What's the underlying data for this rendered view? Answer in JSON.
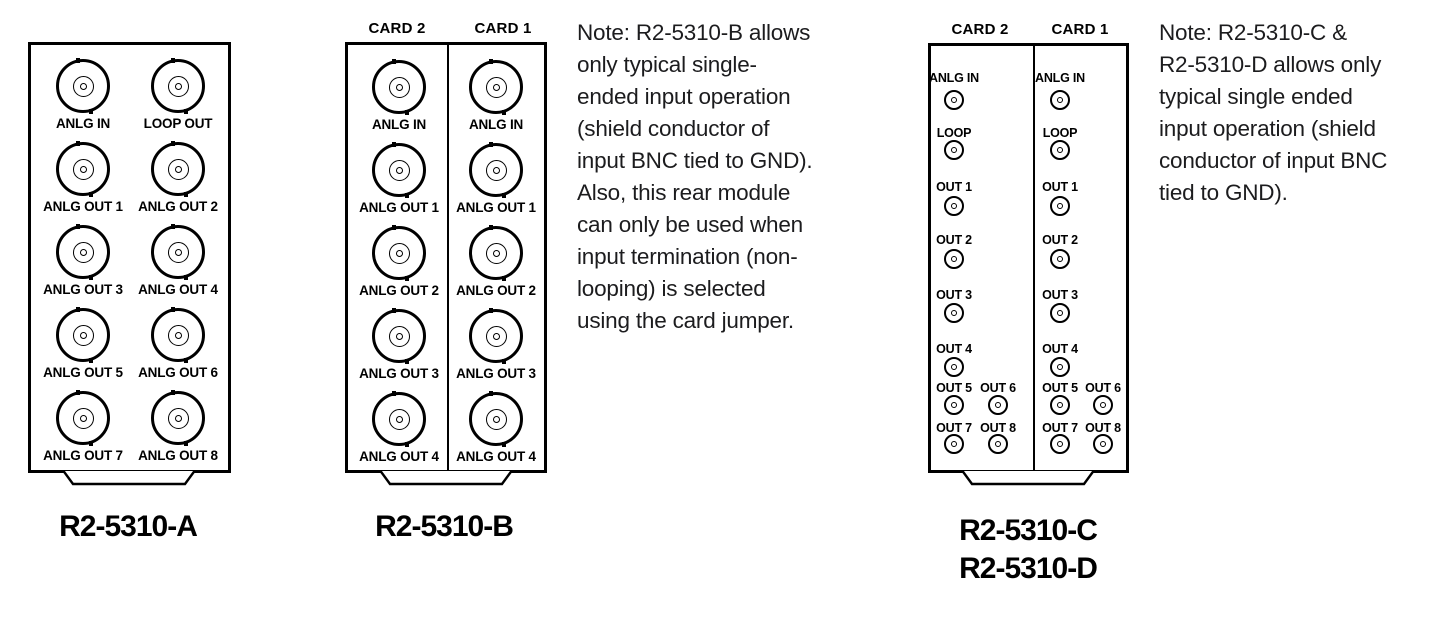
{
  "palette": {
    "background": "#ffffff",
    "line": "#000000",
    "panel_text": "#000000",
    "note_text": "#1c1c1e"
  },
  "panels": {
    "a": {
      "title": "R2-5310-A",
      "connector_labels": [
        "ANLG IN",
        "LOOP OUT",
        "ANLG OUT 1",
        "ANLG OUT 2",
        "ANLG OUT 3",
        "ANLG OUT 4",
        "ANLG OUT 5",
        "ANLG OUT 6",
        "ANLG OUT 7",
        "ANLG OUT 8"
      ]
    },
    "b": {
      "title": "R2-5310-B",
      "card_headers": [
        "CARD 2",
        "CARD 1"
      ],
      "per_card_connector_labels": [
        "ANLG IN",
        "ANLG OUT 1",
        "ANLG OUT 2",
        "ANLG OUT 3",
        "ANLG OUT 4"
      ]
    },
    "cd": {
      "title_lines": [
        "R2-5310-C",
        "R2-5310-D"
      ],
      "card_headers": [
        "CARD 2",
        "CARD 1"
      ],
      "per_card_connector_rows": [
        [
          "ANLG IN"
        ],
        [
          "LOOP"
        ],
        [
          "OUT 1"
        ],
        [
          "OUT 2"
        ],
        [
          "OUT 3"
        ],
        [
          "OUT 4"
        ],
        [
          "OUT 5",
          "OUT 6"
        ],
        [
          "OUT 7",
          "OUT 8"
        ]
      ]
    }
  },
  "notes": {
    "note_b": [
      "Note: R2-5310-B allows",
      "only typical single-",
      "ended input operation",
      "(shield conductor of",
      "input BNC tied to GND).",
      "Also, this rear module",
      "can only be used when",
      "input termination (non-",
      "looping) is selected",
      "using the card jumper."
    ],
    "note_cd": [
      "Note: R2-5310-C &",
      "R2-5310-D allows only",
      "typical single ended",
      "input operation (shield",
      "conductor of input BNC",
      "tied to GND)."
    ]
  }
}
